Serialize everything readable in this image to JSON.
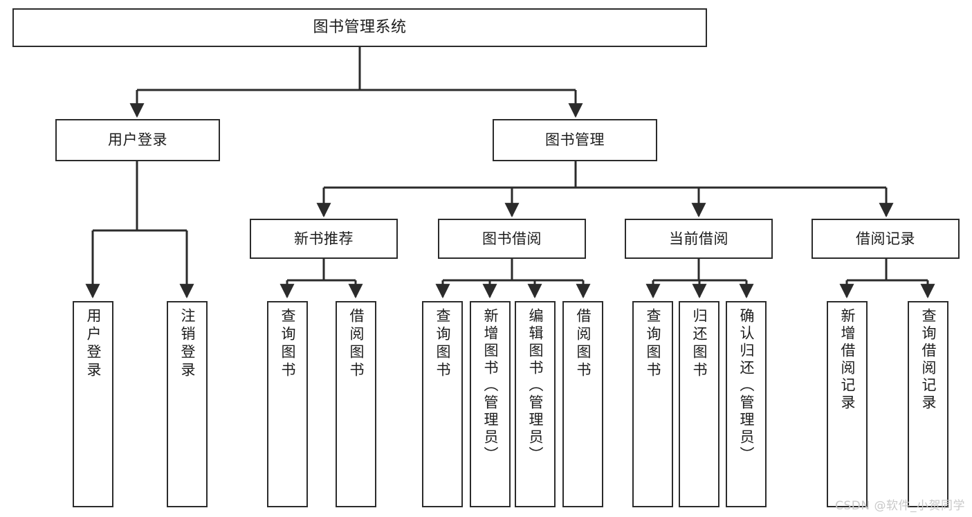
{
  "diagram": {
    "type": "tree-hierarchy",
    "title": "图书管理系统",
    "orientation": "top-down",
    "colors": {
      "stroke": "#2b2b2b",
      "fill": "#ffffff",
      "text": "#1c1c1c",
      "watermark": "#c9c9c9"
    },
    "levels": {
      "level1": [
        {
          "id": "root",
          "label": "图书管理系统"
        }
      ],
      "level2": [
        {
          "id": "user-login",
          "label": "用户登录",
          "parent": "root"
        },
        {
          "id": "book-manage",
          "label": "图书管理",
          "parent": "root"
        }
      ],
      "level3": [
        {
          "id": "new-book-rec",
          "label": "新书推荐",
          "parent": "book-manage"
        },
        {
          "id": "book-borrow",
          "label": "图书借阅",
          "parent": "book-manage"
        },
        {
          "id": "current-borrow",
          "label": "当前借阅",
          "parent": "book-manage"
        },
        {
          "id": "borrow-record",
          "label": "借阅记录",
          "parent": "book-manage"
        }
      ],
      "leaves": [
        {
          "id": "leaf-user-login",
          "label": "用户登录",
          "parent": "user-login"
        },
        {
          "id": "leaf-logout-login",
          "label": "注销登录",
          "parent": "user-login"
        },
        {
          "id": "leaf-query-book-1",
          "label": "查询图书",
          "parent": "new-book-rec"
        },
        {
          "id": "leaf-borrow-book-1",
          "label": "借阅图书",
          "parent": "new-book-rec"
        },
        {
          "id": "leaf-query-book-2",
          "label": "查询图书",
          "parent": "book-borrow"
        },
        {
          "id": "leaf-add-book",
          "label": "新增图书（管理员）",
          "parent": "book-borrow"
        },
        {
          "id": "leaf-edit-book",
          "label": "编辑图书（管理员）",
          "parent": "book-borrow"
        },
        {
          "id": "leaf-borrow-book-2",
          "label": "借阅图书",
          "parent": "book-borrow"
        },
        {
          "id": "leaf-query-book-3",
          "label": "查询图书",
          "parent": "current-borrow"
        },
        {
          "id": "leaf-return-book",
          "label": "归还图书",
          "parent": "current-borrow"
        },
        {
          "id": "leaf-confirm-return",
          "label": "确认归还（管理员）",
          "parent": "current-borrow"
        },
        {
          "id": "leaf-add-record",
          "label": "新增借阅记录",
          "parent": "borrow-record"
        },
        {
          "id": "leaf-query-record",
          "label": "查询借阅记录",
          "parent": "borrow-record"
        }
      ]
    }
  },
  "watermark": {
    "text": "CSDN @软件_小贺同学"
  }
}
